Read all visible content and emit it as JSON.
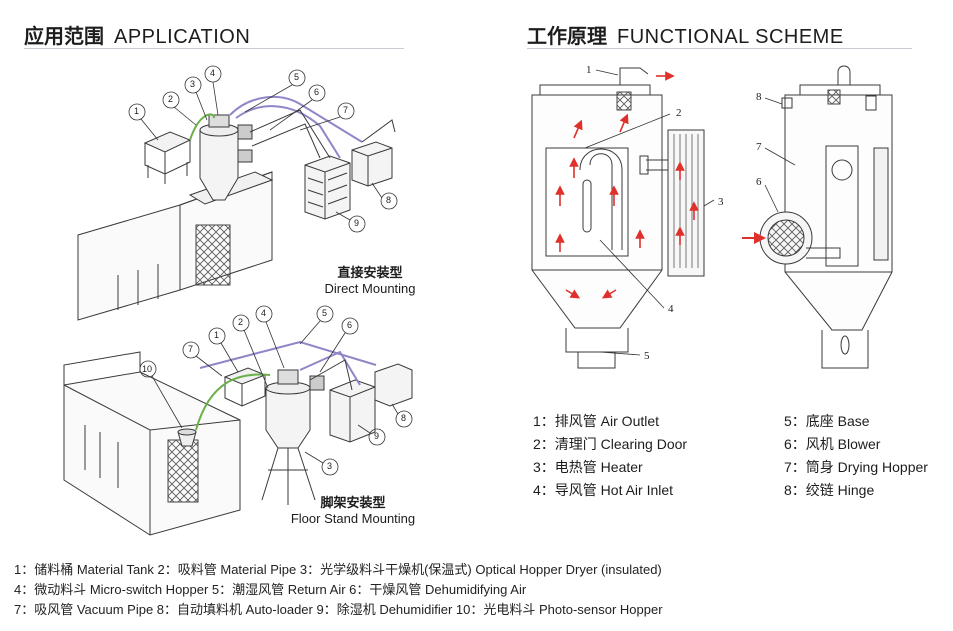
{
  "application": {
    "title_cn": "应用范围",
    "title_en": "APPLICATION",
    "direct": {
      "label_cn": "直接安装型",
      "label_en": "Direct Mounting"
    },
    "floor": {
      "label_cn": "脚架安装型",
      "label_en": "Floor Stand Mounting"
    },
    "callouts_top": [
      "1",
      "2",
      "3",
      "4",
      "5",
      "6",
      "7",
      "8",
      "9"
    ],
    "callouts_bottom": [
      "1",
      "2",
      "3",
      "4",
      "5",
      "6",
      "7",
      "8",
      "9",
      "10"
    ]
  },
  "scheme": {
    "title_cn": "工作原理",
    "title_en": "FUNCTIONAL SCHEME",
    "callouts_left": [
      "1",
      "2",
      "3",
      "4",
      "5"
    ],
    "callouts_right": [
      "8",
      "7",
      "6"
    ],
    "legend_left": [
      "1：排风管  Air Outlet",
      "2：清理门 Clearing Door",
      "3：电热管 Heater",
      "4：导风管 Hot Air Inlet"
    ],
    "legend_right": [
      "5：底座 Base",
      "6：风机 Blower",
      "7：筒身 Drying Hopper",
      "8：绞链 Hinge"
    ]
  },
  "parts": [
    "1：储料桶 Material Tank  2：吸料管 Material Pipe  3：光学级料斗干燥机(保温式) Optical Hopper Dryer (insulated)",
    "4：微动料斗 Micro-switch Hopper  5：潮湿风管 Return Air  6：干燥风管 Dehumidifying Air",
    "7：吸风管 Vacuum Pipe  8：自动填料机 Auto-loader  9：除湿机 Dehumidifier  10：光电料斗 Photo-sensor Hopper"
  ],
  "colors": {
    "arrow": "#e0302b",
    "pipe_green": "#6bb04a",
    "pipe_violet": "#8e86c8",
    "line": "#3a3a3a"
  }
}
